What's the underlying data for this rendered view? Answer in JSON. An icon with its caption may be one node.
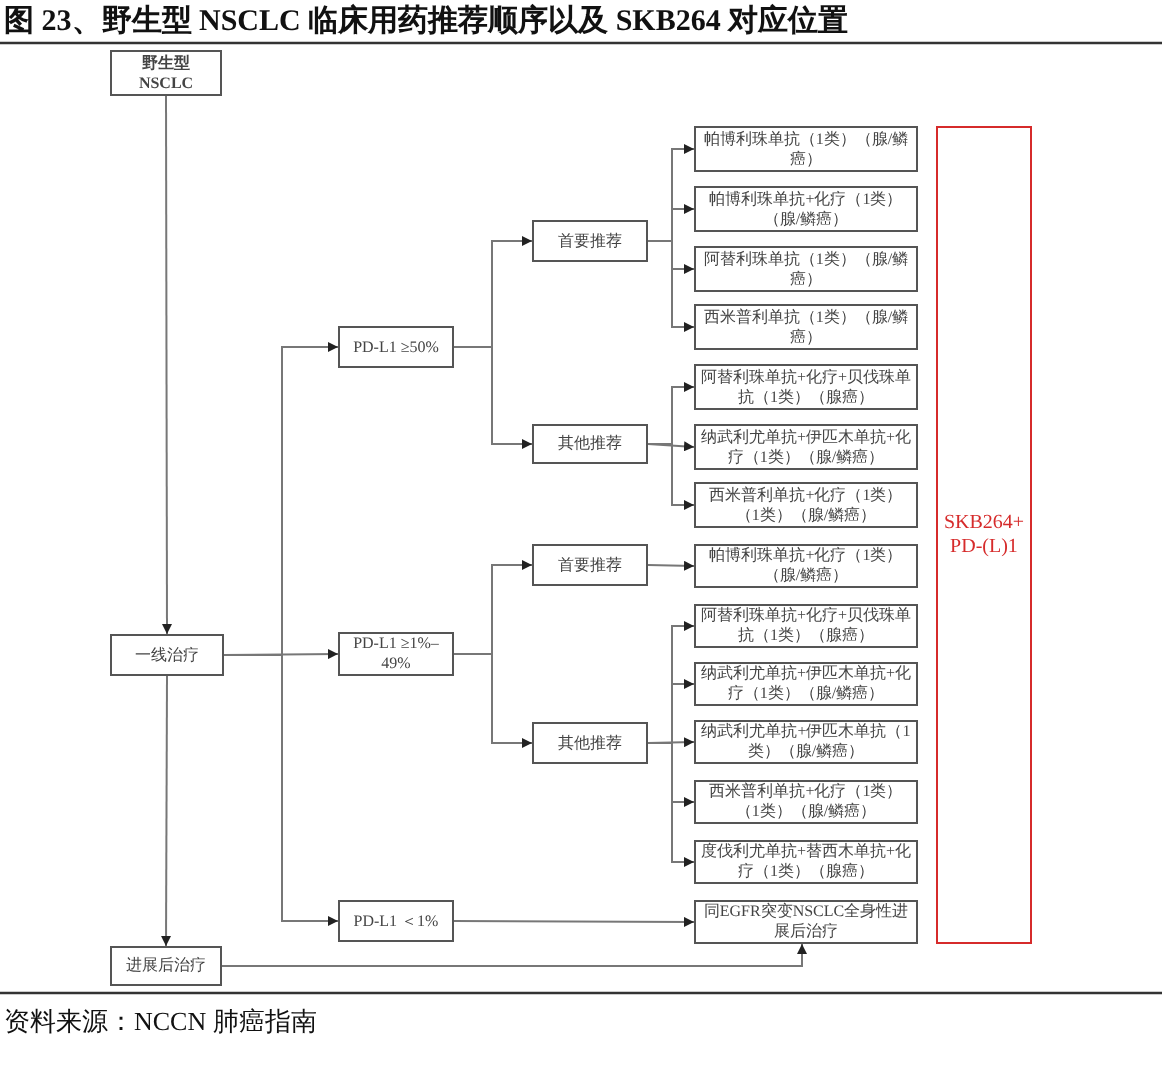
{
  "diagram": {
    "title": "图 23、野生型 NSCLC 临床用药推荐顺序以及 SKB264 对应位置",
    "caption": "资料来源：NCCN 肺癌指南",
    "nodes": [
      {
        "text": [
          "野生型 NSCLC"
        ]
      },
      {
        "text": [
          "一线治疗"
        ]
      },
      {
        "text": [
          "进展后治疗"
        ]
      },
      {
        "text": [
          "PD-L1 ≥50%"
        ]
      },
      {
        "text": [
          "首要推荐"
        ]
      },
      {
        "text": [
          "帕博利珠单抗（1类）（腺/鳞癌）"
        ]
      },
      {
        "text": [
          "帕博利珠单抗+化疗（1类）（腺/鳞癌）"
        ]
      },
      {
        "text": [
          "阿替利珠单抗（1类）（腺/鳞癌）"
        ]
      },
      {
        "text": [
          "西米普利单抗（1类）（腺/鳞癌）"
        ]
      },
      {
        "text": [
          "其他推荐"
        ]
      },
      {
        "text": [
          "阿替利珠单抗+化疗+贝伐珠单抗（1类）（腺癌）"
        ]
      },
      {
        "text": [
          "纳武利尤单抗+伊匹木单抗+化疗（1类）（腺/鳞癌）"
        ]
      },
      {
        "text": [
          "西米普利单抗+化疗（1类）（1类）（腺/鳞癌）"
        ]
      },
      {
        "text": [
          "PD-L1 ≥1%–49%"
        ]
      },
      {
        "text": [
          "首要推荐"
        ]
      },
      {
        "text": [
          "帕博利珠单抗+化疗（1类）（腺/鳞癌）"
        ]
      },
      {
        "text": [
          "其他推荐"
        ]
      },
      {
        "text": [
          "阿替利珠单抗+化疗+贝伐珠单抗（1类）（腺癌）"
        ]
      },
      {
        "text": [
          "纳武利尤单抗+伊匹木单抗+化疗（1类）（腺/鳞癌）"
        ]
      },
      {
        "text": [
          "纳武利尤单抗+伊匹木单抗（1类）（腺/鳞癌）"
        ]
      },
      {
        "text": [
          "西米普利单抗+化疗（1类）（1类）（腺/鳞癌）"
        ]
      },
      {
        "text": [
          "度伐利尤单抗+替西木单抗+化疗（1类）（腺癌）"
        ]
      },
      {
        "text": [
          "PD-L1 ＜1%"
        ]
      },
      {
        "text": [
          "同EGFR突变NSCLC全身性进展后治疗"
        ]
      },
      {
        "text": [
          "SKB264+ PD-(L)1"
        ]
      }
    ],
    "edges": [
      {
        "from": 0,
        "to": 1,
        "arrow": "to"
      },
      {
        "from": 1,
        "to": 2,
        "arrow": "to"
      },
      {
        "from": 1,
        "to": 3,
        "arrow": "to"
      },
      {
        "from": 1,
        "to": 13,
        "arrow": "to"
      },
      {
        "from": 1,
        "to": 22,
        "arrow": "to"
      },
      {
        "from": 3,
        "to": 4,
        "arrow": "to"
      },
      {
        "from": 3,
        "to": 9,
        "arrow": "to"
      },
      {
        "from": 4,
        "to": 5,
        "arrow": "to"
      },
      {
        "from": 4,
        "to": 6,
        "arrow": "to"
      },
      {
        "from": 4,
        "to": 7,
        "arrow": "to"
      },
      {
        "from": 4,
        "to": 8,
        "arrow": "to"
      },
      {
        "from": 9,
        "to": 10,
        "arrow": "to"
      },
      {
        "from": 9,
        "to": 11,
        "arrow": "to"
      },
      {
        "from": 9,
        "to": 12,
        "arrow": "to"
      },
      {
        "from": 13,
        "to": 14,
        "arrow": "to"
      },
      {
        "from": 13,
        "to": 16,
        "arrow": "to"
      },
      {
        "from": 14,
        "to": 15,
        "arrow": "to"
      },
      {
        "from": 16,
        "to": 17,
        "arrow": "to"
      },
      {
        "from": 16,
        "to": 18,
        "arrow": "to"
      },
      {
        "from": 16,
        "to": 19,
        "arrow": "to"
      },
      {
        "from": 16,
        "to": 20,
        "arrow": "to"
      },
      {
        "from": 16,
        "to": 21,
        "arrow": "to"
      },
      {
        "from": 22,
        "to": 23,
        "arrow": "to"
      },
      {
        "from": 2,
        "to": 23,
        "arrow": "to"
      }
    ]
  }
}
